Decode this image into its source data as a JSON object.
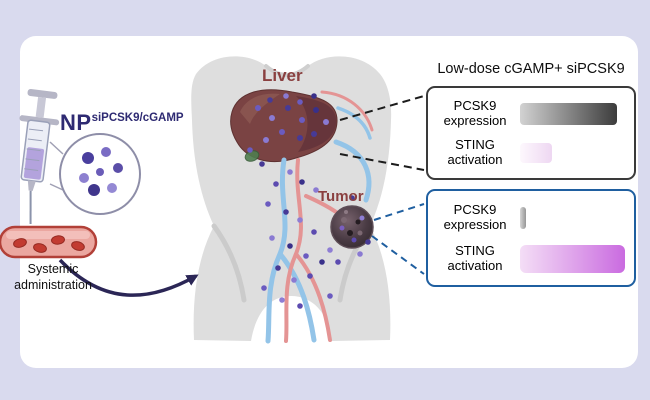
{
  "injection": {
    "np_label": "NP",
    "np_cargo": "siPCSK9/cGAMP",
    "caption": "Systemic administration"
  },
  "anatomy": {
    "liver_label": "Liver",
    "tumor_label": "Tumor"
  },
  "legend": {
    "title": "Low-dose cGAMP+ siPCSK9",
    "liver_panel": {
      "pcsk9_label": "PCSK9 expression",
      "sting_label": "STING activation",
      "pcsk9_bar_pct": 92,
      "sting_bar_pct": 30
    },
    "tumor_panel": {
      "pcsk9_label": "PCSK9 expression",
      "sting_label": "STING activation",
      "pcsk9_bar_pct": 6,
      "sting_bar_pct": 100
    }
  },
  "colors": {
    "background": "#d9daee",
    "np_text": "#2e2a72",
    "organ_label": "#8a4040",
    "liver_panel_border": "#3a3a3a",
    "tumor_panel_border": "#1f5fa0",
    "pcsk9_bar_dark": "#3c3c3c",
    "sting_bar_magenta": "#ca6be0"
  }
}
